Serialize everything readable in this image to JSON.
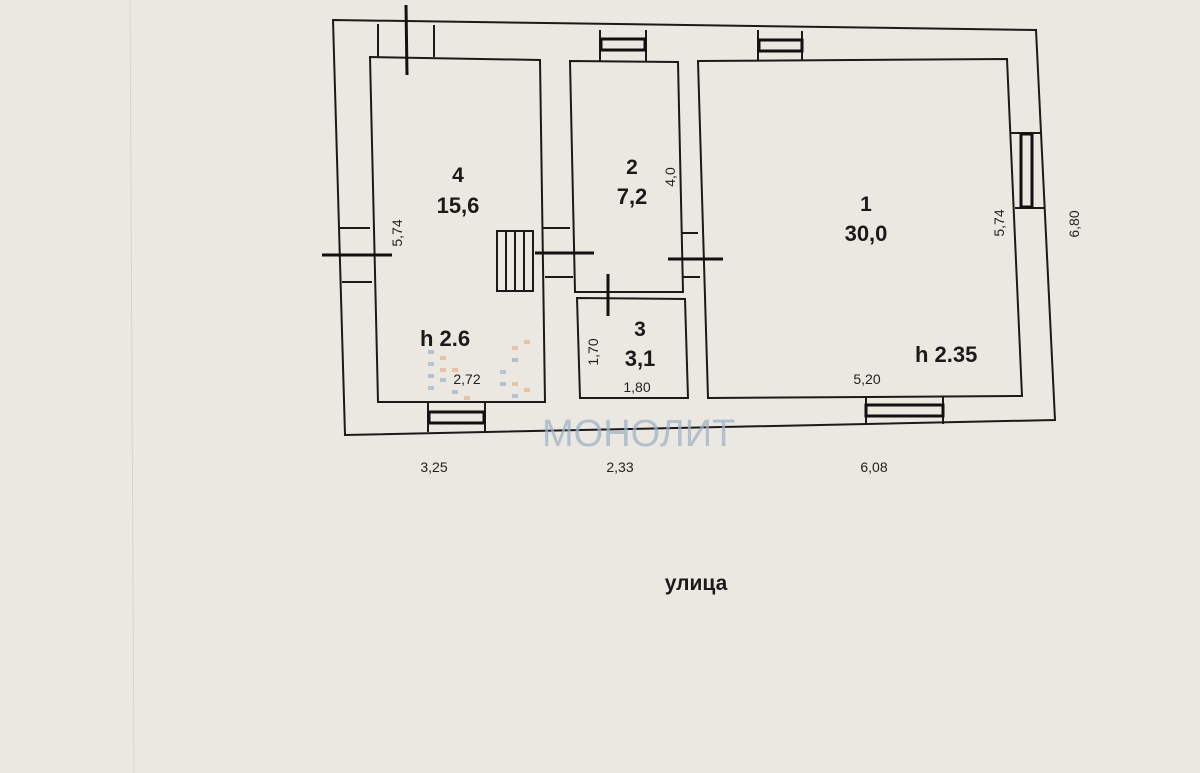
{
  "rooms": [
    {
      "number": "1",
      "area": "30,0",
      "height": "h 2.35",
      "width_dim": "5,20",
      "length_dim": "5,74"
    },
    {
      "number": "2",
      "area": "7,2",
      "length_dim": "4,0"
    },
    {
      "number": "3",
      "area": "3,1",
      "width_dim": "1,80",
      "length_dim": "1,70"
    },
    {
      "number": "4",
      "area": "15,6",
      "height": "h 2.6",
      "width_dim": "2,72",
      "length_dim": "5,74"
    }
  ],
  "outer_dims": {
    "right": "6,80",
    "bottom": [
      "3,25",
      "2,33",
      "6,08"
    ]
  },
  "street_label": "улица",
  "watermark": "МОНОЛИТ",
  "colors": {
    "paper": "#ebe8e2",
    "lines": "#1a1a1a",
    "watermark_blue": "#9fb3c8",
    "watermark_orange": "#e8b48e"
  }
}
